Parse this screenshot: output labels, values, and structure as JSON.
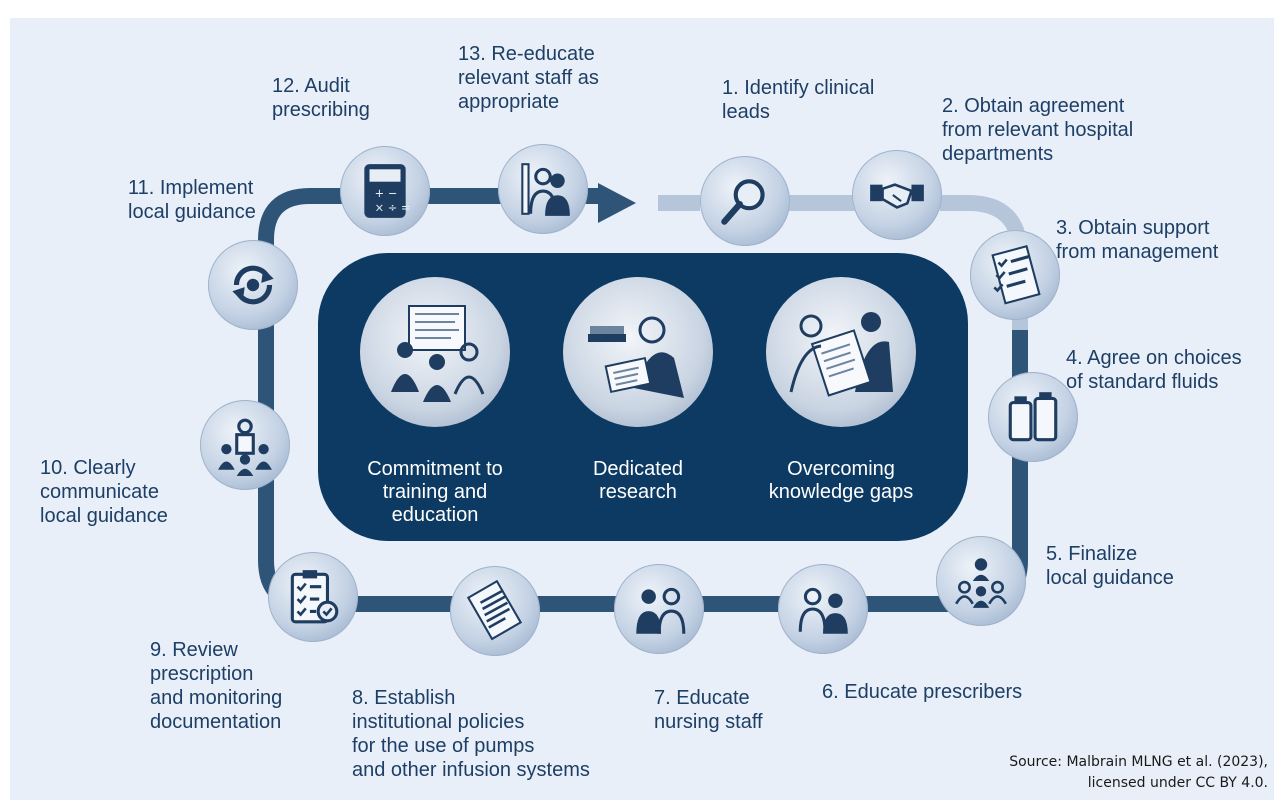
{
  "steps": [
    {
      "label": "1. Identify clinical\nleads",
      "icon": "magnifier-icon"
    },
    {
      "label": "2. Obtain agreement\nfrom relevant hospital\ndepartments",
      "icon": "handshake-icon"
    },
    {
      "label": "3. Obtain support\nfrom management",
      "icon": "checklist-icon"
    },
    {
      "label": "4. Agree on choices\nof standard fluids",
      "icon": "fluid-bottles-icon"
    },
    {
      "label": "5. Finalize\nlocal guidance",
      "icon": "meeting-group-icon"
    },
    {
      "label": "6. Educate prescribers",
      "icon": "two-people-icon"
    },
    {
      "label": "7. Educate\nnursing staff",
      "icon": "nursing-staff-icon"
    },
    {
      "label": "8. Establish\ninstitutional policies\nfor the use of pumps\nand other infusion systems",
      "icon": "document-icon"
    },
    {
      "label": "9. Review\nprescription\nand monitoring\ndocumentation",
      "icon": "clipboard-check-icon"
    },
    {
      "label": "10. Clearly\ncommunicate\nlocal guidance",
      "icon": "presenter-group-icon"
    },
    {
      "label": "11. Implement\nlocal guidance",
      "icon": "cycle-gear-icon"
    },
    {
      "label": "12. Audit\nprescribing",
      "icon": "calculator-icon"
    },
    {
      "label": "13. Re-educate\nrelevant staff as\nappropriate",
      "icon": "teacher-icon"
    }
  ],
  "center": [
    {
      "label": "Commitment to\ntraining and\neducation",
      "icon": "training-scene-icon"
    },
    {
      "label": "Dedicated\nresearch",
      "icon": "research-scene-icon"
    },
    {
      "label": "Overcoming\nknowledge gaps",
      "icon": "study-scene-icon"
    }
  ],
  "source": "Source: Malbrain MLNG et al. (2023),\nlicensed under CC BY 4.0.",
  "colors": {
    "background": "#e9eff8",
    "text": "#1d3f66",
    "panel": "#0d3a63",
    "loop": "#2e5478",
    "loop_faded": "#b6c6da"
  }
}
